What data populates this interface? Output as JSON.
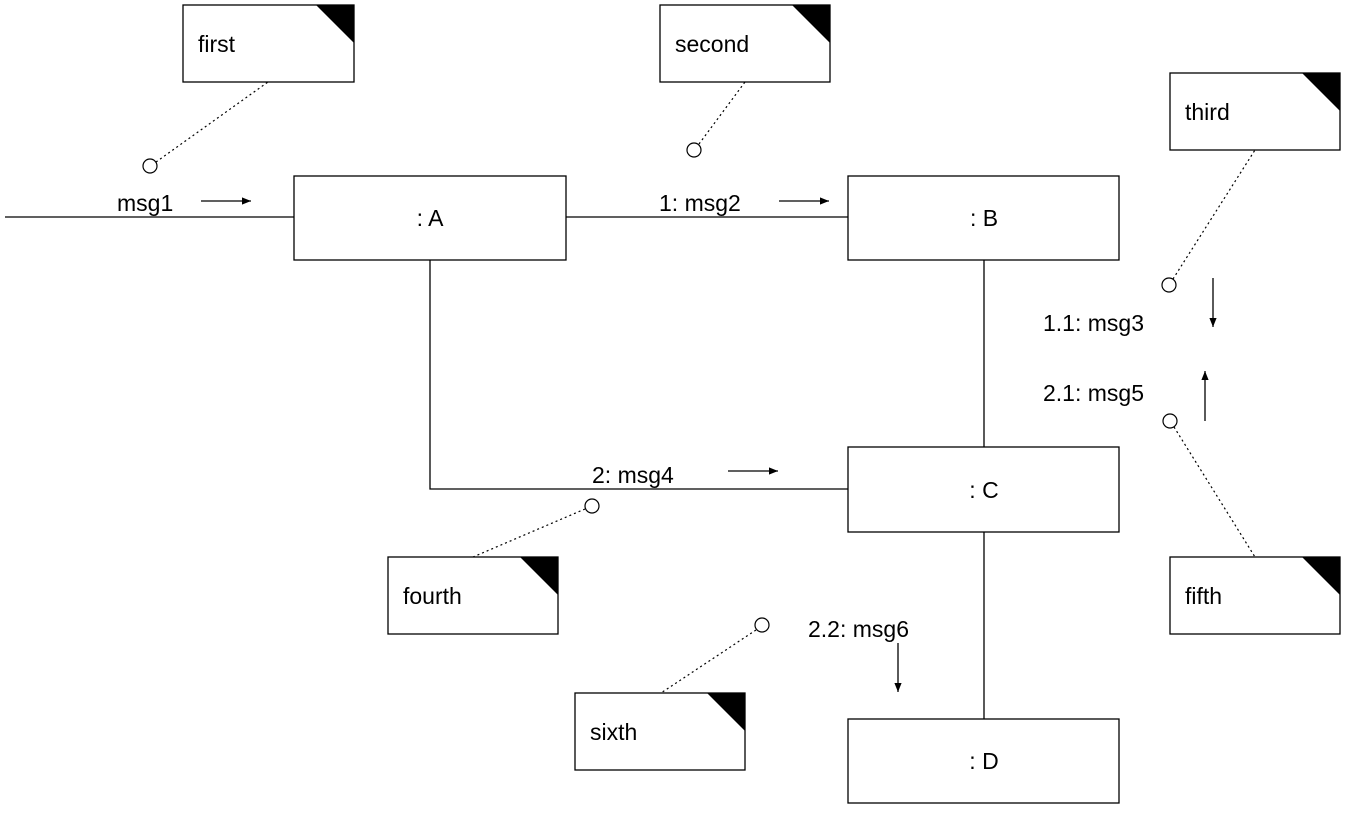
{
  "colors": {
    "stroke": "#000000",
    "fill": "#ffffff",
    "fold": "#000000"
  },
  "objects": [
    {
      "id": "A",
      "label": ": A"
    },
    {
      "id": "B",
      "label": ": B"
    },
    {
      "id": "C",
      "label": ": C"
    },
    {
      "id": "D",
      "label": ": D"
    }
  ],
  "messages": [
    {
      "id": "m1",
      "label": "msg1",
      "direction": "right"
    },
    {
      "id": "m2",
      "label": "1: msg2",
      "direction": "right"
    },
    {
      "id": "m3",
      "label": "1.1: msg3",
      "direction": "down"
    },
    {
      "id": "m5",
      "label": "2.1: msg5",
      "direction": "up"
    },
    {
      "id": "m4",
      "label": "2: msg4",
      "direction": "right"
    },
    {
      "id": "m6",
      "label": "2.2: msg6",
      "direction": "down"
    }
  ],
  "notes": [
    {
      "id": "n1",
      "label": "first"
    },
    {
      "id": "n2",
      "label": "second"
    },
    {
      "id": "n3",
      "label": "third"
    },
    {
      "id": "n4",
      "label": "fourth"
    },
    {
      "id": "n5",
      "label": "fifth"
    },
    {
      "id": "n6",
      "label": "sixth"
    }
  ]
}
